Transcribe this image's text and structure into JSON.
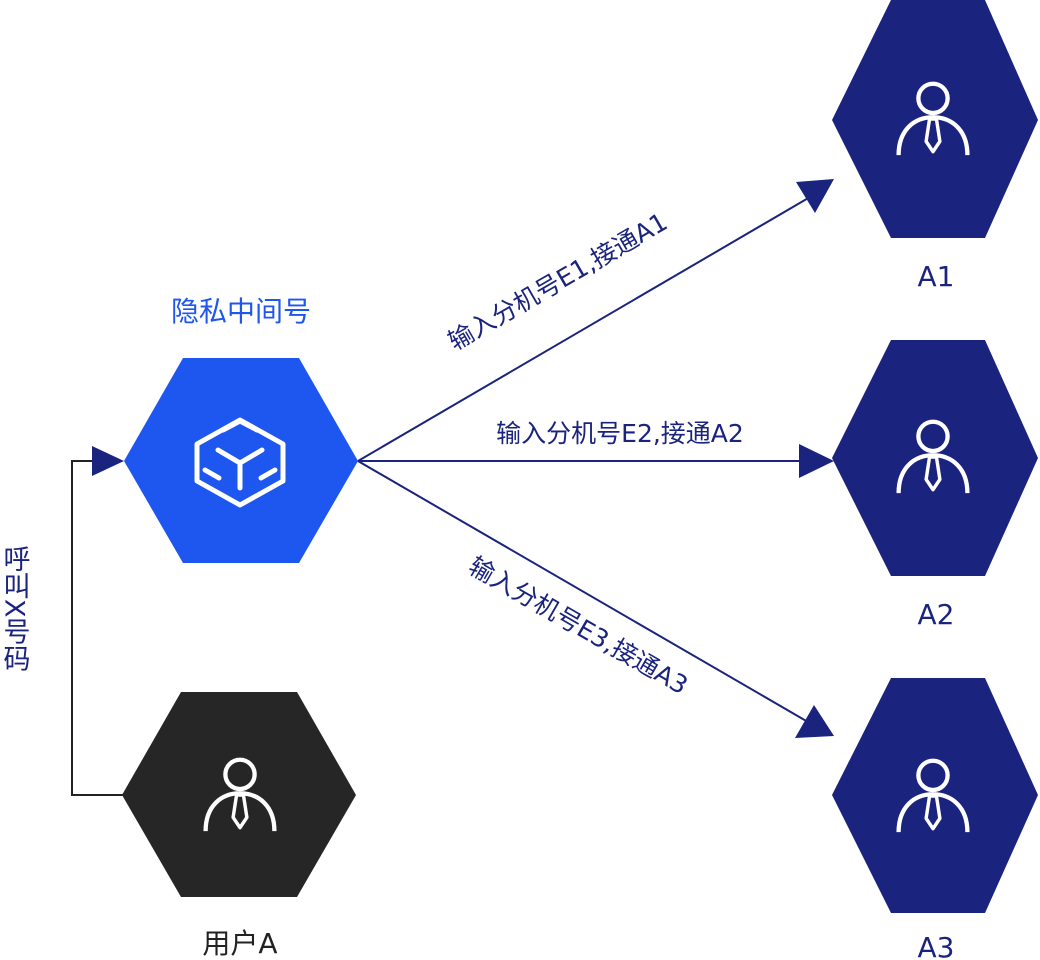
{
  "diagram": {
    "proxy": {
      "label": "隐私中间号",
      "icon": "cube-icon"
    },
    "caller": {
      "label": "用户A",
      "icon": "person-icon"
    },
    "call_label": "呼叫X号码",
    "targets": [
      {
        "label": "A1",
        "icon": "person-icon",
        "edge_label": "输入分机号E1,接通A1"
      },
      {
        "label": "A2",
        "icon": "person-icon",
        "edge_label": "输入分机号E2,接通A2"
      },
      {
        "label": "A3",
        "icon": "person-icon",
        "edge_label": "输入分机号E3,接通A3"
      }
    ]
  },
  "colors": {
    "proxy": "#1e56f0",
    "target": "#1a237e",
    "caller": "#262626",
    "edge": "#1a237e",
    "icon_stroke": "#ffffff"
  }
}
